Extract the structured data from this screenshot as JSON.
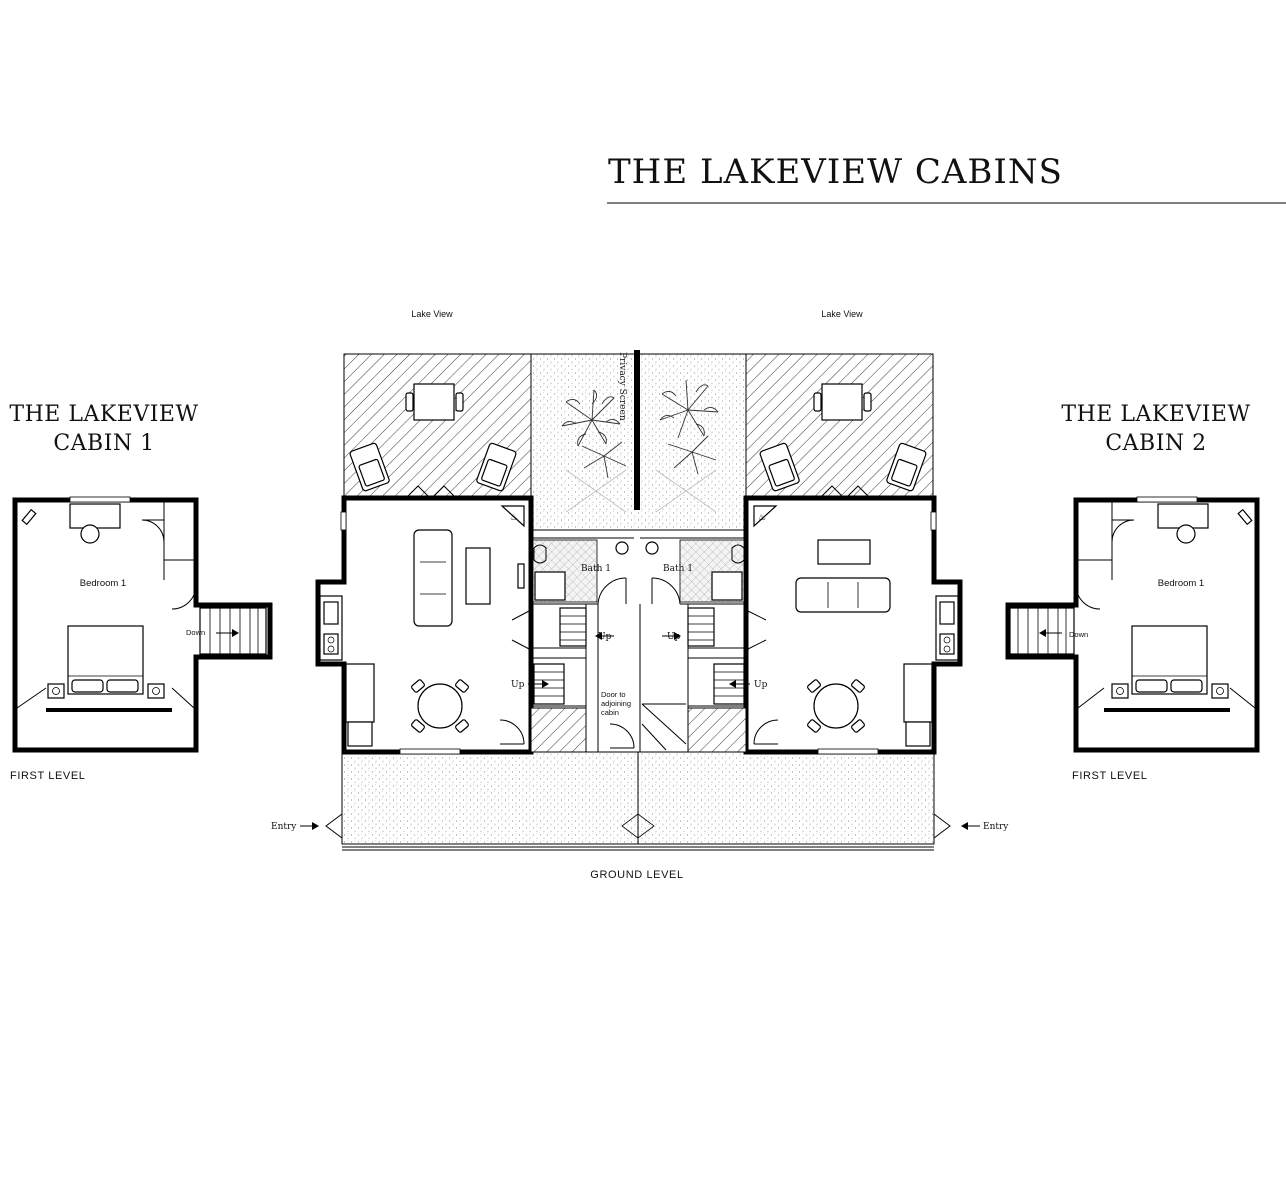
{
  "title": "THE LAKEVIEW CABINS",
  "cabin1": {
    "title_line1": "THE LAKEVIEW",
    "title_line2": "CABIN 1",
    "level": "FIRST LEVEL",
    "bedroom": "Bedroom 1",
    "down": "Down"
  },
  "cabin2": {
    "title_line1": "THE LAKEVIEW",
    "title_line2": "CABIN 2",
    "level": "FIRST LEVEL",
    "bedroom": "Bedroom 1",
    "down": "Down"
  },
  "ground": {
    "level": "GROUND LEVEL",
    "lake_view_left": "Lake View",
    "lake_view_right": "Lake View",
    "privacy_screen": "Privacy Screen",
    "bath_left": "Bath 1",
    "bath_right": "Bath 1",
    "up_left_upper": "Up",
    "up_left_lower": "Up",
    "up_right_upper": "Up",
    "up_right_lower": "Up",
    "door_note_line1": "Door to",
    "door_note_line2": "adjoining",
    "door_note_line3": "cabin",
    "entry_left": "Entry",
    "entry_right": "Entry"
  }
}
